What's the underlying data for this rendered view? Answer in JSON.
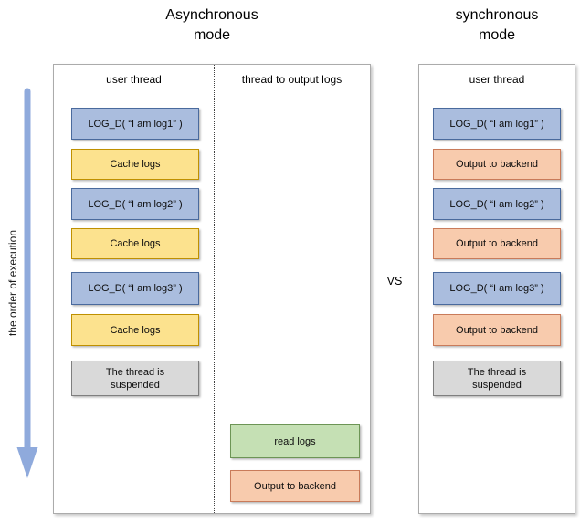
{
  "titles": {
    "async": "Asynchronous\nmode",
    "sync": "synchronous\nmode"
  },
  "comparison": {
    "vs": "VS"
  },
  "execution_axis": {
    "label": "the order of execution"
  },
  "async_panel": {
    "user_thread": {
      "header": "user thread",
      "boxes": [
        {
          "label": "LOG_D( “I am log1” )",
          "type": "log-call"
        },
        {
          "label": "Cache logs",
          "type": "cache"
        },
        {
          "label": "LOG_D( “I am log2” )",
          "type": "log-call"
        },
        {
          "label": "Cache logs",
          "type": "cache"
        },
        {
          "label": "LOG_D( “I am log3” )",
          "type": "log-call"
        },
        {
          "label": "Cache logs",
          "type": "cache"
        },
        {
          "label": "The thread is\nsuspended",
          "type": "suspended"
        }
      ]
    },
    "output_thread": {
      "header": "thread to output logs",
      "boxes": [
        {
          "label": "read logs",
          "type": "read"
        },
        {
          "label": "Output to backend",
          "type": "output"
        }
      ]
    }
  },
  "sync_panel": {
    "user_thread": {
      "header": "user thread",
      "boxes": [
        {
          "label": "LOG_D( “I am log1” )",
          "type": "log-call"
        },
        {
          "label": "Output to backend",
          "type": "output"
        },
        {
          "label": "LOG_D( “I am log2” )",
          "type": "log-call"
        },
        {
          "label": "Output to backend",
          "type": "output"
        },
        {
          "label": "LOG_D( “I am log3” )",
          "type": "log-call"
        },
        {
          "label": "Output to backend",
          "type": "output"
        },
        {
          "label": "The thread is\nsuspended",
          "type": "suspended"
        }
      ]
    }
  },
  "colors": {
    "log_call_fill": "#AABDDE",
    "log_call_border": "#4A6A9D",
    "cache_fill": "#FCE28E",
    "cache_border": "#BF9000",
    "output_fill": "#F8CBAD",
    "output_border": "#C97B5A",
    "read_fill": "#C5E0B4",
    "read_border": "#6D9556",
    "suspended_fill": "#D9D9D9",
    "suspended_border": "#7F7F7F",
    "arrow": "#8FAADC",
    "panel_border": "#ABABAB"
  }
}
